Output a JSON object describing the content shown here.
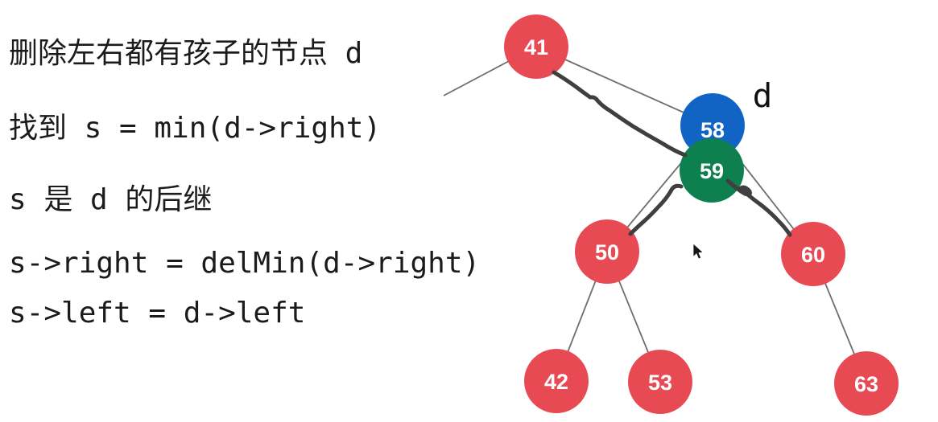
{
  "notes": {
    "lines": [
      "删除左右都有孩子的节点 d",
      "找到 s = min(d->right)",
      "s 是 d 的后继",
      "s->right = delMin(d->right)",
      "s->left = d->left"
    ]
  },
  "tree": {
    "annotation_label": "d",
    "colors": {
      "node_red": "#e84a54",
      "node_blue": "#1164c4",
      "node_green": "#0e8050",
      "edge": "#6e6e6e",
      "pen": "#3f3f3f",
      "node_text": "#ffffff"
    },
    "nodes": [
      {
        "value": "41",
        "color": "#e84a54"
      },
      {
        "value": "58",
        "color": "#1164c4"
      },
      {
        "value": "59",
        "color": "#0e8050"
      },
      {
        "value": "50",
        "color": "#e84a54"
      },
      {
        "value": "60",
        "color": "#e84a54"
      },
      {
        "value": "42",
        "color": "#e84a54"
      },
      {
        "value": "53",
        "color": "#e84a54"
      },
      {
        "value": "63",
        "color": "#e84a54"
      }
    ],
    "edges": [
      [
        "41",
        "58"
      ],
      [
        "58",
        "50"
      ],
      [
        "58",
        "60"
      ],
      [
        "50",
        "42"
      ],
      [
        "50",
        "53"
      ],
      [
        "60",
        "63"
      ]
    ],
    "pen_strokes": [
      "41-59",
      "59-50",
      "59-60"
    ]
  }
}
